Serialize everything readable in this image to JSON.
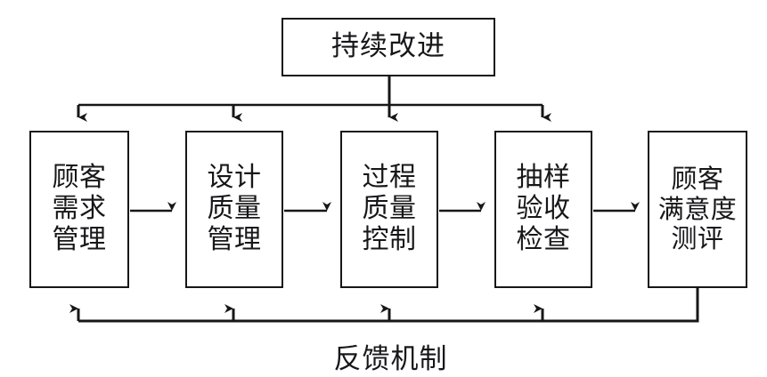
{
  "diagram": {
    "title_box": {
      "id": "continuous-improvement",
      "lines": [
        "持续改进"
      ]
    },
    "process_nodes": [
      {
        "id": "customer-requirements-management",
        "lines": [
          "顾客",
          "需求",
          "管理"
        ]
      },
      {
        "id": "design-quality-management",
        "lines": [
          "设计",
          "质量",
          "管理"
        ]
      },
      {
        "id": "process-quality-control",
        "lines": [
          "过程",
          "质量",
          "控制"
        ]
      },
      {
        "id": "sampling-acceptance-inspection",
        "lines": [
          "抽样",
          "验收",
          "检查"
        ]
      },
      {
        "id": "customer-satisfaction-evaluation",
        "lines": [
          "顾客",
          "满意度",
          "测评"
        ]
      }
    ],
    "feedback_label": "反馈机制",
    "colors": {
      "line": "#17171a",
      "text": "#17171a",
      "background": "#ffffff"
    }
  }
}
